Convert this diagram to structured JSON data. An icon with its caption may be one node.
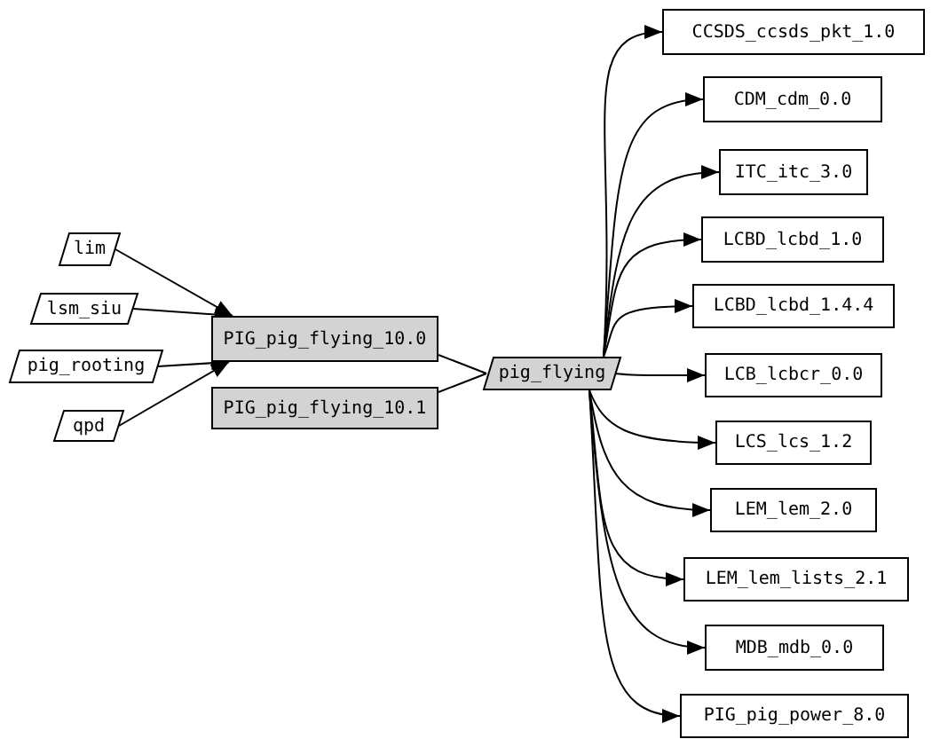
{
  "diagram": {
    "nodes": [
      {
        "text": [
          "lim"
        ]
      },
      {
        "text": [
          "lsm_siu"
        ]
      },
      {
        "text": [
          "pig_rooting"
        ]
      },
      {
        "text": [
          "qpd"
        ]
      },
      {
        "text": [
          "PIG_pig_flying_10.0"
        ]
      },
      {
        "text": [
          "PIG_pig_flying_10.1"
        ]
      },
      {
        "text": [
          "pig_flying"
        ]
      },
      {
        "text": [
          "CCSDS_ccsds_pkt_1.0"
        ]
      },
      {
        "text": [
          "CDM_cdm_0.0"
        ]
      },
      {
        "text": [
          "ITC_itc_3.0"
        ]
      },
      {
        "text": [
          "LCBD_lcbd_1.0"
        ]
      },
      {
        "text": [
          "LCBD_lcbd_1.4.4"
        ]
      },
      {
        "text": [
          "LCB_lcbcr_0.0"
        ]
      },
      {
        "text": [
          "LCS_lcs_1.2"
        ]
      },
      {
        "text": [
          "LEM_lem_2.0"
        ]
      },
      {
        "text": [
          "LEM_lem_lists_2.1"
        ]
      },
      {
        "text": [
          "MDB_mdb_0.0"
        ]
      },
      {
        "text": [
          "PIG_pig_power_8.0"
        ]
      }
    ],
    "edges": [
      {
        "from": 0,
        "to": 4,
        "arrow": "to"
      },
      {
        "from": 1,
        "to": 4,
        "arrow": "to"
      },
      {
        "from": 2,
        "to": 4,
        "arrow": "to"
      },
      {
        "from": 3,
        "to": 4,
        "arrow": "to"
      },
      {
        "from": 4,
        "to": 6,
        "arrow": "none"
      },
      {
        "from": 5,
        "to": 6,
        "arrow": "none"
      },
      {
        "from": 6,
        "to": 7,
        "arrow": "to"
      },
      {
        "from": 6,
        "to": 8,
        "arrow": "to"
      },
      {
        "from": 6,
        "to": 9,
        "arrow": "to"
      },
      {
        "from": 6,
        "to": 10,
        "arrow": "to"
      },
      {
        "from": 6,
        "to": 11,
        "arrow": "to"
      },
      {
        "from": 6,
        "to": 12,
        "arrow": "to"
      },
      {
        "from": 6,
        "to": 13,
        "arrow": "to"
      },
      {
        "from": 6,
        "to": 14,
        "arrow": "to"
      },
      {
        "from": 6,
        "to": 15,
        "arrow": "to"
      },
      {
        "from": 6,
        "to": 16,
        "arrow": "to"
      },
      {
        "from": 6,
        "to": 17,
        "arrow": "to"
      }
    ]
  }
}
